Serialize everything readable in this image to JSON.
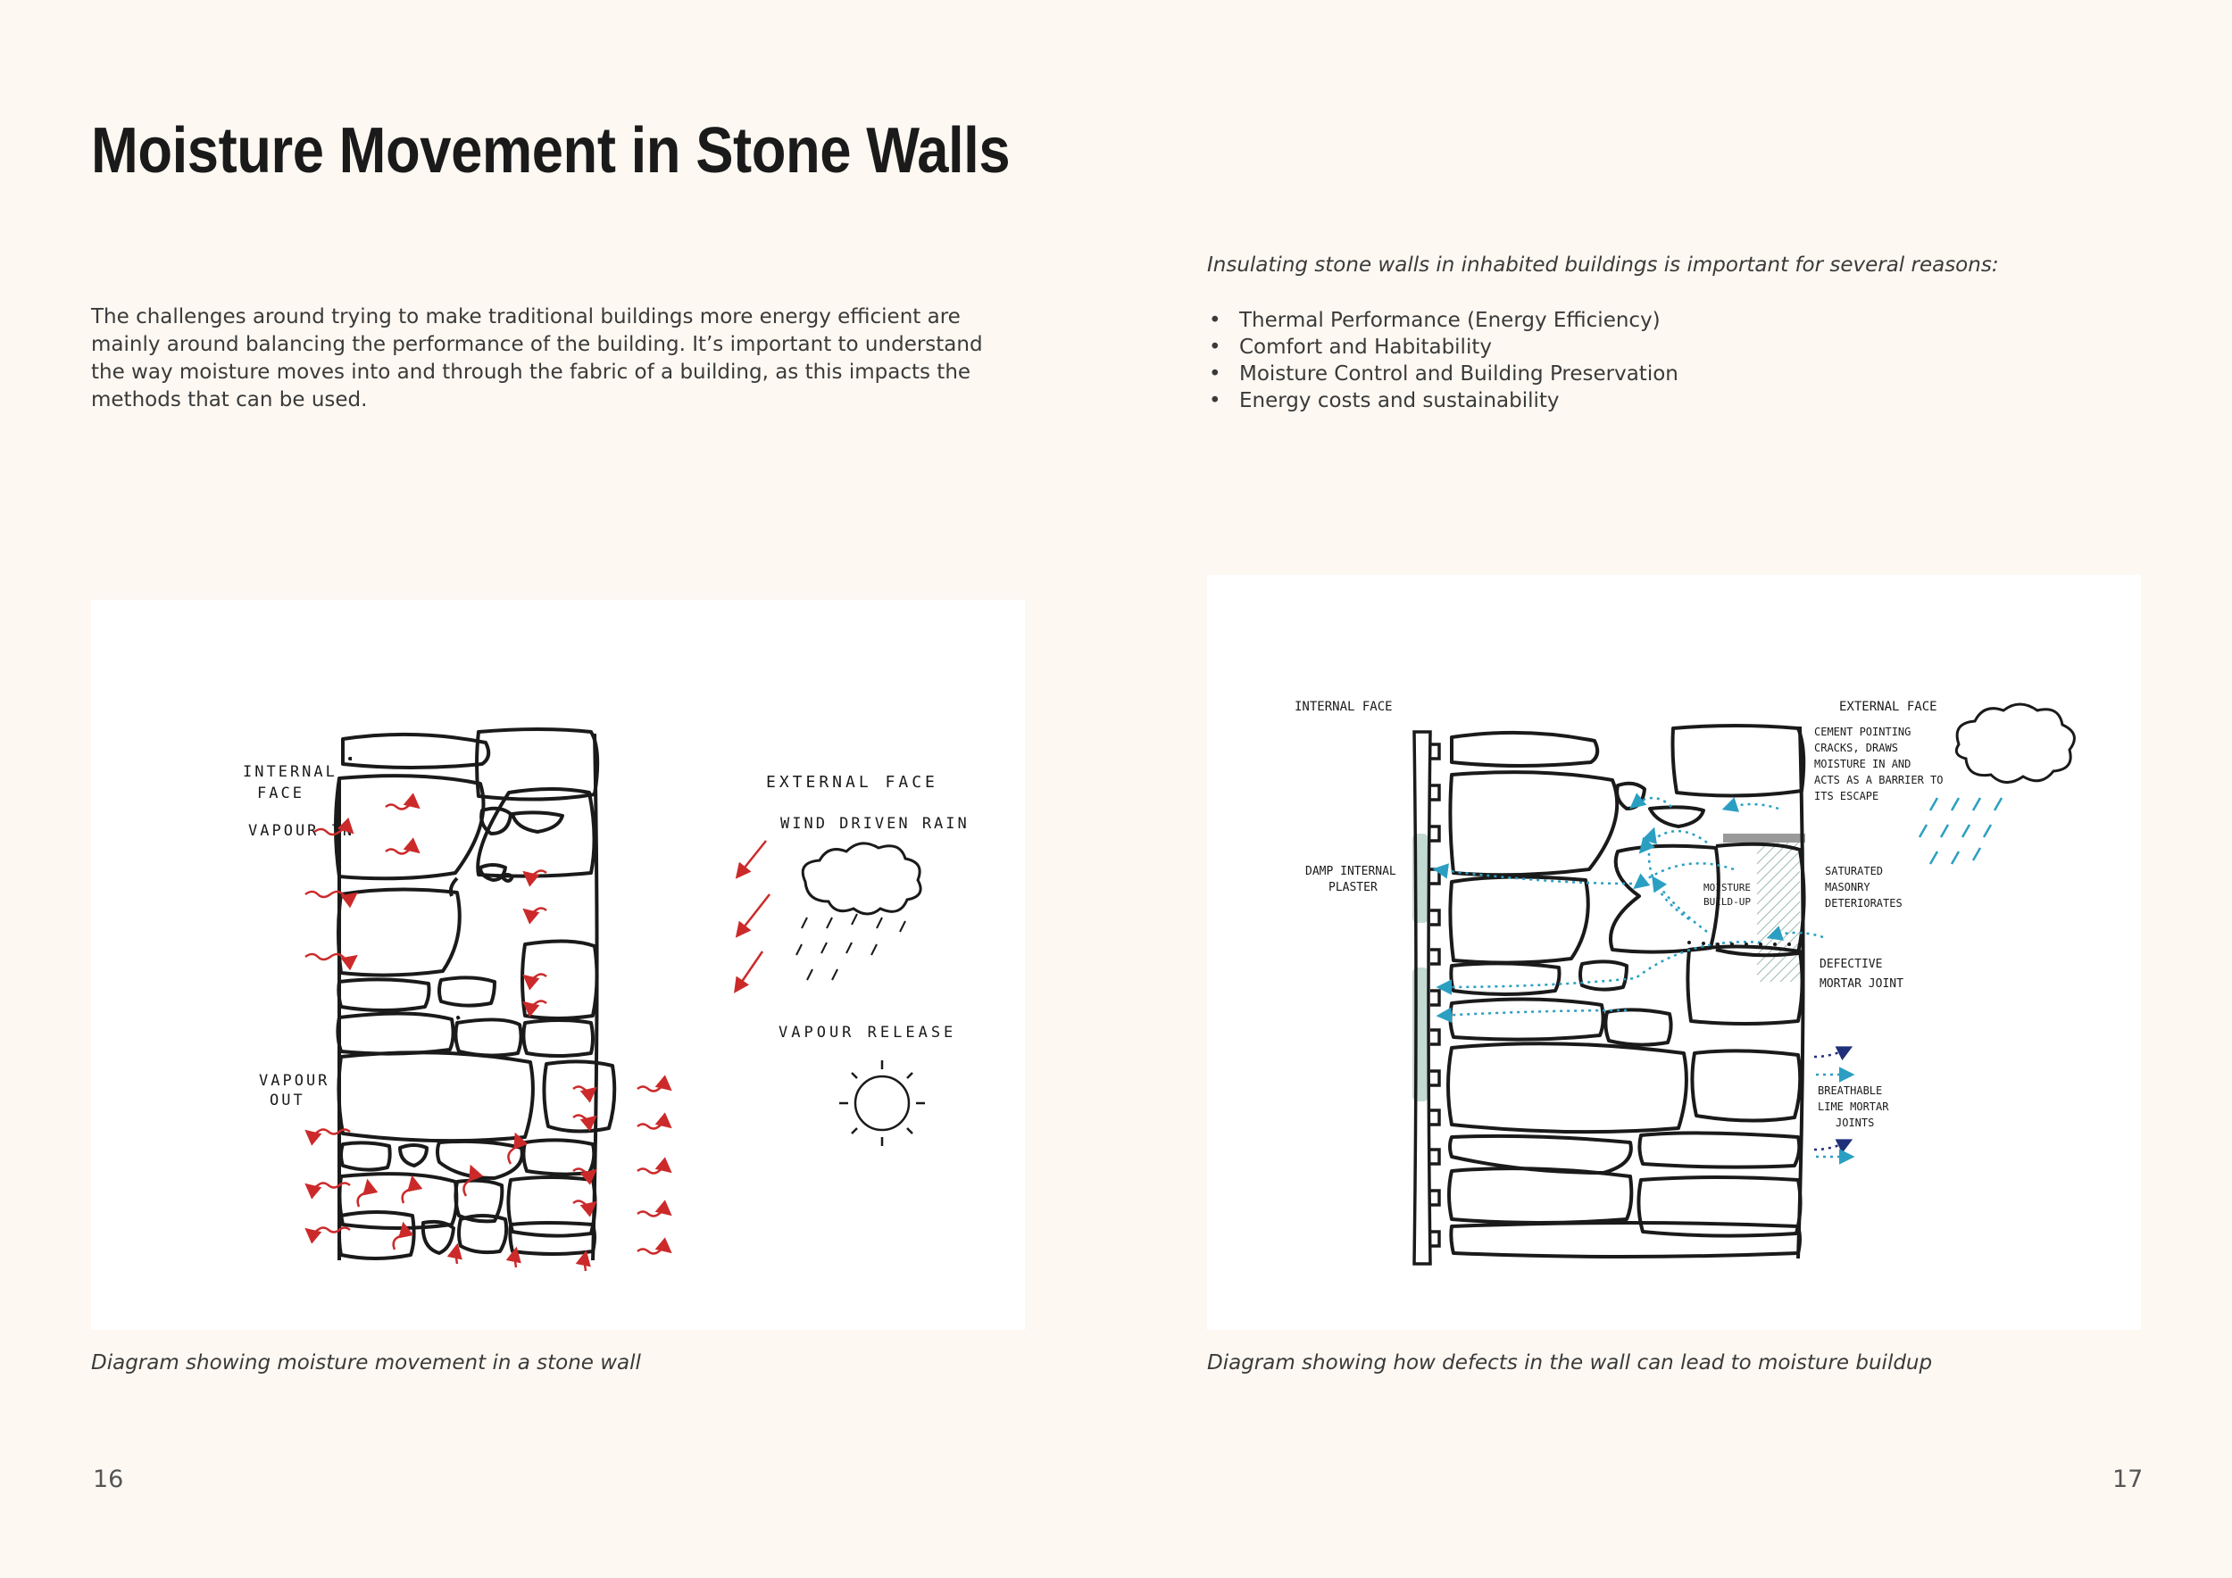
{
  "page": {
    "title": "Moisture Movement in Stone Walls",
    "intro": "The challenges around trying to make traditional buildings more energy efficient are mainly around balancing the performance of the building. It’s important to understand the way moisture moves into and through the fabric of a building, as this impacts the methods that can be used.",
    "reasons_lead": "Insulating stone walls in inhabited buildings is important for several reasons:",
    "reasons": [
      "Thermal Performance (Energy Efficiency)",
      "Comfort and Habitability",
      "Moisture Control and Building Preservation",
      "Energy costs and sustainability"
    ],
    "left_page_number": "16",
    "right_page_number": "17"
  },
  "diagram_left": {
    "caption": "Diagram showing moisture movement in a stone wall",
    "labels": {
      "internal_face": [
        "INTERNAL",
        "FACE"
      ],
      "vapour_in": "VAPOUR IN",
      "vapour_out": [
        "VAPOUR",
        "OUT"
      ],
      "external_face": "EXTERNAL FACE",
      "wind_driven_rain": "WIND DRIVEN RAIN",
      "vapour_release": "VAPOUR RELEASE"
    }
  },
  "diagram_right": {
    "caption": "Diagram showing how defects in the wall can lead to moisture buildup",
    "labels": {
      "internal_face": "INTERNAL FACE",
      "external_face": "EXTERNAL FACE",
      "cement_pointing": [
        "CEMENT POINTING",
        "CRACKS, DRAWS",
        "MOISTURE IN AND",
        "ACTS AS A BARRIER TO",
        "ITS ESCAPE"
      ],
      "damp_plaster": [
        "DAMP INTERNAL",
        "PLASTER"
      ],
      "moisture_buildup": [
        "MOISTURE",
        "BUILD-UP"
      ],
      "saturated": [
        "SATURATED",
        "MASONRY",
        "DETERIORATES"
      ],
      "defective_joint": [
        "DEFECTIVE",
        "MORTAR JOINT"
      ],
      "breathable_joints": [
        "BREATHABLE",
        "LIME MORTAR",
        "JOINTS"
      ]
    }
  },
  "colors": {
    "background": "#fdf8f2",
    "panel": "#ffffff",
    "ink": "#1a1a1a",
    "vapour_arrow": "#cc2a2a",
    "moisture_arrow": "#2a9fc2",
    "breathable_arrow": "#1f2f7a",
    "damp": "#b9d4cb"
  }
}
